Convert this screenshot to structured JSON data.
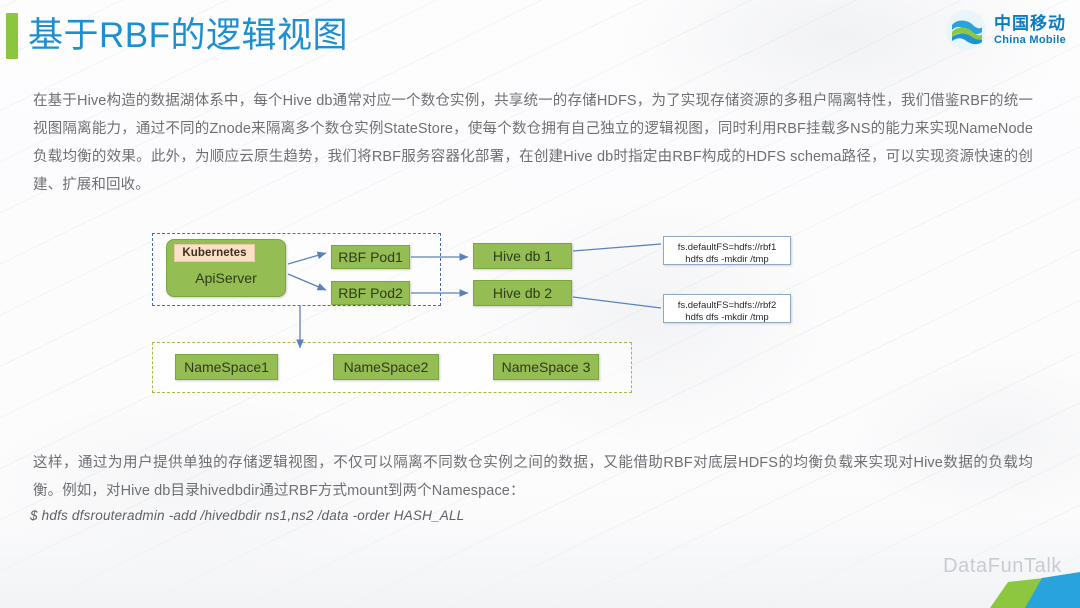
{
  "slide": {
    "title": "基于RBF的逻辑视图",
    "accent_color": "#8cc63e",
    "title_color": "#1d8fd1"
  },
  "brand": {
    "logo_cn": "中国移动",
    "logo_en": "China Mobile",
    "logo_color": "#0d7cc0",
    "logo_icon": "china-mobile-swirl-icon"
  },
  "body": {
    "paragraph_top": "在基于Hive构造的数据湖体系中，每个Hive db通常对应一个数仓实例，共享统一的存储HDFS，为了实现存储资源的多租户隔离特性，我们借鉴RBF的统一视图隔离能力，通过不同的Znode来隔离多个数仓实例StateStore，使每个数仓拥有自己独立的逻辑视图，同时利用RBF挂载多NS的能力来实现NameNode负载均衡的效果。此外，为顺应云原生趋势，我们将RBF服务容器化部署，在创建Hive db时指定由RBF构成的HDFS schema路径，可以实现资源快速的创建、扩展和回收。",
    "paragraph_bottom": "这样，通过为用户提供单独的存储逻辑视图，不仅可以隔离不同数仓实例之间的数据，又能借助RBF对底层HDFS的均衡负载来实现对Hive数据的负载均衡。例如，对Hive db目录hivedbdir通过RBF方式mount到两个Namespace：",
    "code_line": "$ hdfs dfsrouteradmin -add /hivedbdir ns1,ns2 /data -order HASH_ALL",
    "text_color": "#6d6f73"
  },
  "diagram": {
    "k8s_container": {
      "border_color": "#4a6fa8",
      "style": "dashed"
    },
    "namespace_container": {
      "border_color": "#a8b84c",
      "style": "dashed"
    },
    "node_fill": "#94bd54",
    "badge_fill": "#fbdfc6",
    "nodes": {
      "k8s_badge": "Kubernetes",
      "apiserver": "ApiServer",
      "pod1": "RBF Pod1",
      "pod2": "RBF Pod2",
      "hive_db1": "Hive db 1",
      "hive_db2": "Hive db 2",
      "namespace1": "NameSpace1",
      "namespace2": "NameSpace2",
      "namespace3": "NameSpace 3"
    },
    "callouts": [
      {
        "line1": "fs.defaultFS=hdfs://rbf1",
        "line2": "hdfs dfs -mkdir /tmp"
      },
      {
        "line1": "fs.defaultFS=hdfs://rbf2",
        "line2": "hdfs dfs -mkdir /tmp"
      }
    ]
  },
  "footer": {
    "watermark": "DataFunTalk"
  }
}
